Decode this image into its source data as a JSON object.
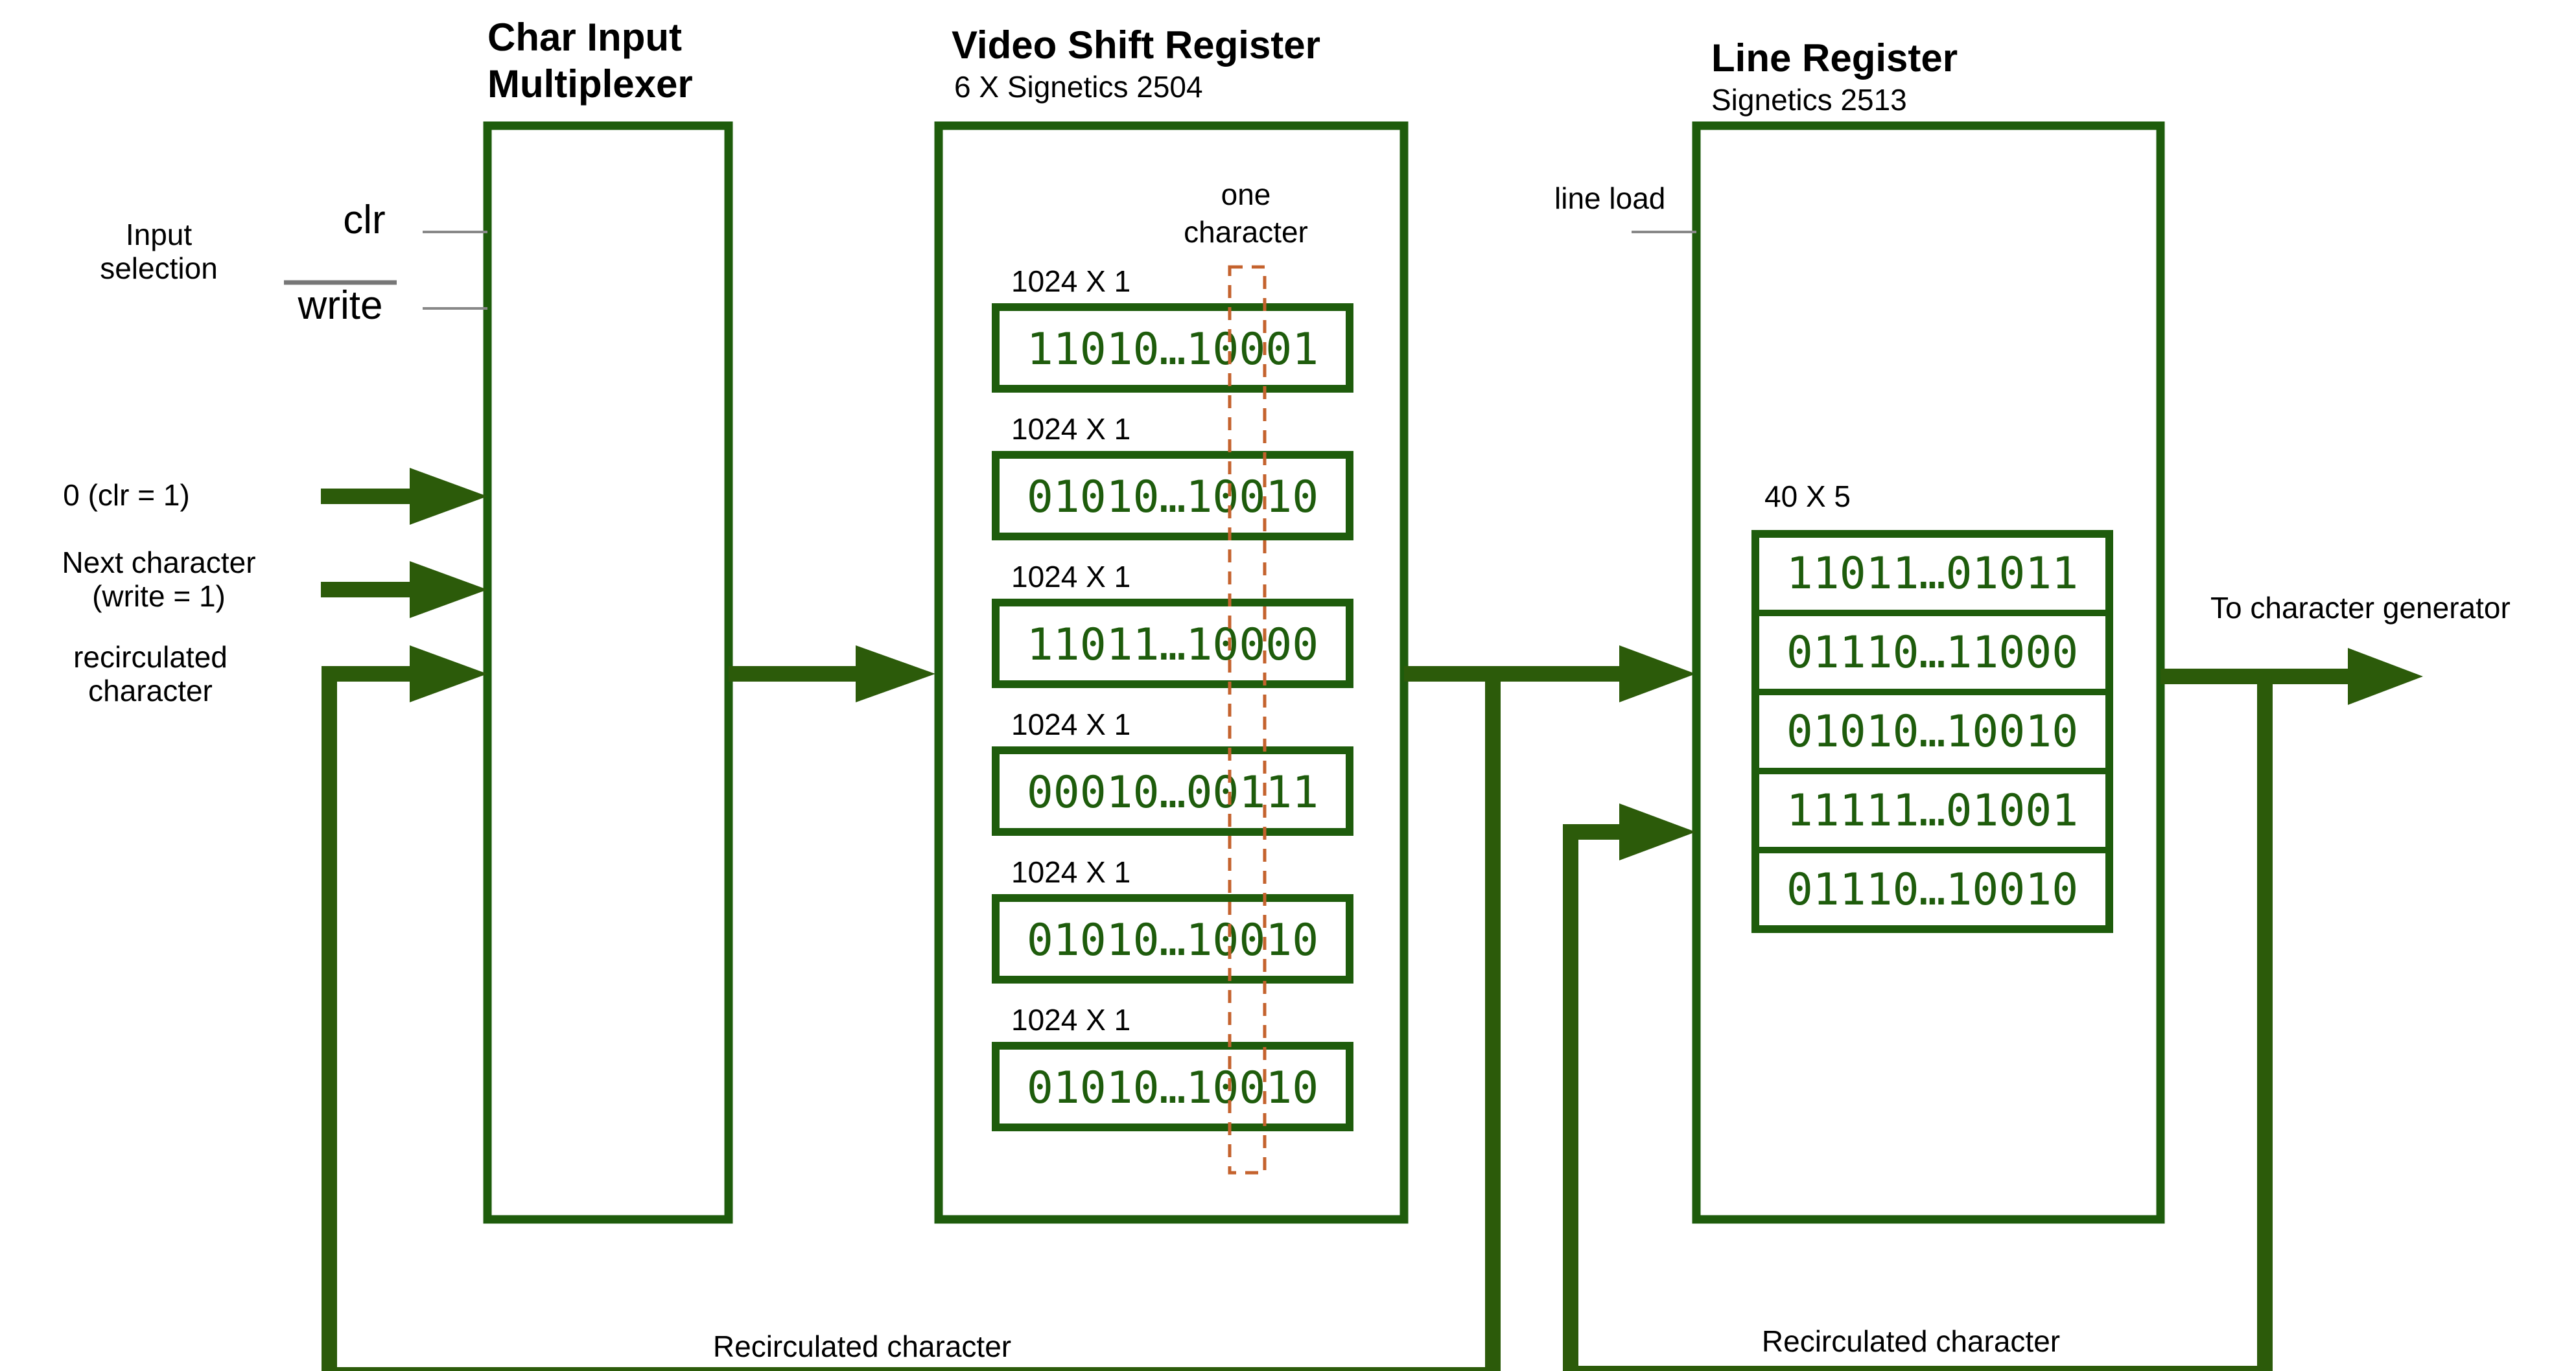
{
  "blocks": {
    "mux": {
      "title_line1": "Char Input",
      "title_line2": "Multiplexer"
    },
    "vsr": {
      "title": "Video Shift Register",
      "subtitle": "6 X Signetics 2504"
    },
    "line": {
      "title": "Line Register",
      "subtitle": "Signetics 2513"
    }
  },
  "control": {
    "input_selection_line1": "Input",
    "input_selection_line2": "selection",
    "clr": "clr",
    "write": "write",
    "line_load": "line load"
  },
  "inputs": {
    "zero_line1": "0 (clr = 1)",
    "next_line1": "Next character",
    "next_line2": "(write = 1)",
    "recirc_line1": "recirculated",
    "recirc_line2": "character"
  },
  "one_character_line1": "one",
  "one_character_line2": "character",
  "shift_registers": [
    {
      "size": "1024 X 1",
      "bits": "11010…10001"
    },
    {
      "size": "1024 X 1",
      "bits": "01010…10010"
    },
    {
      "size": "1024 X 1",
      "bits": "11011…10000"
    },
    {
      "size": "1024 X 1",
      "bits": "00010…00111"
    },
    {
      "size": "1024 X 1",
      "bits": "01010…10010"
    },
    {
      "size": "1024 X 1",
      "bits": "01010…10010"
    }
  ],
  "line_register": {
    "size": "40 X 5",
    "rows": [
      "11011…01011",
      "01110…11000",
      "01010…10010",
      "11111…01001",
      "01110…10010"
    ]
  },
  "output_label": "To character generator",
  "recirc_bottom_left": "Recirculated  character",
  "recirc_bottom_right": "Recirculated character",
  "colors": {
    "wire": "#2c5b0a",
    "box": "#1e5c0c",
    "dashed": "#c4622d"
  }
}
